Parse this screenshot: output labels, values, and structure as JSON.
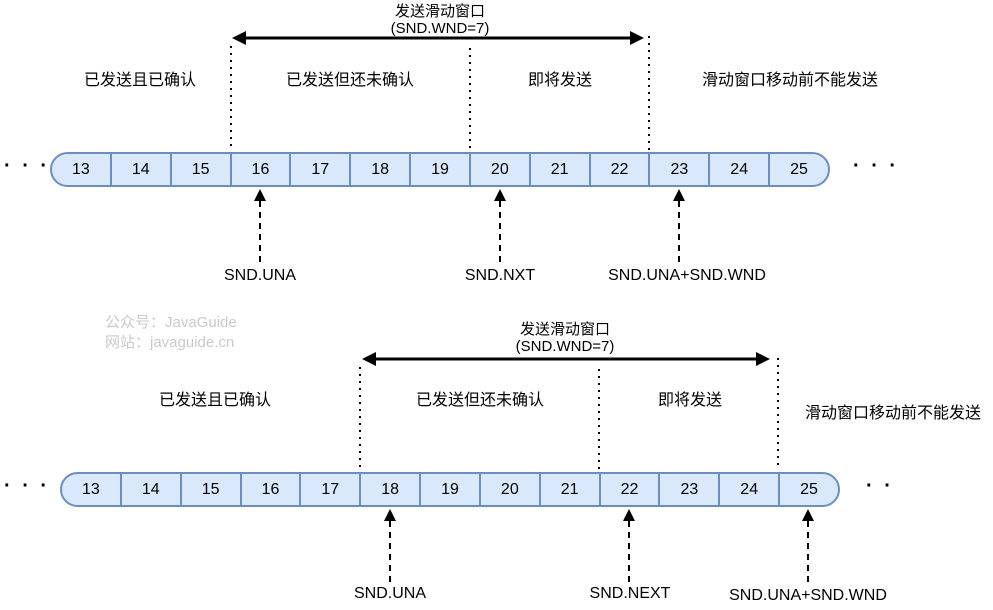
{
  "watermark": {
    "line1": "公众号：JavaGuide",
    "line2": "网站：javaguide.cn"
  },
  "top": {
    "window_label": "发送滑动窗口",
    "window_value": "(SND.WND=7)",
    "section_acked": "已发送且已确认",
    "section_unacked": "已发送但还未确认",
    "section_next": "即将发送",
    "section_blocked": "滑动窗口移动前不能发送",
    "cells": [
      "13",
      "14",
      "15",
      "16",
      "17",
      "18",
      "19",
      "20",
      "21",
      "22",
      "23",
      "24",
      "25"
    ],
    "ptr_una": "SND.UNA",
    "ptr_nxt": "SND.NXT",
    "ptr_end": "SND.UNA+SND.WND",
    "ellipsis_left": "· · ·",
    "ellipsis_right": "· · ·"
  },
  "bottom": {
    "window_label": "发送滑动窗口",
    "window_value": "(SND.WND=7)",
    "section_acked": "已发送且已确认",
    "section_unacked": "已发送但还未确认",
    "section_next": "即将发送",
    "section_blocked": "滑动窗口移动前不能发送",
    "cells": [
      "13",
      "14",
      "15",
      "16",
      "17",
      "18",
      "19",
      "20",
      "21",
      "22",
      "23",
      "24",
      "25"
    ],
    "ptr_una": "SND.UNA",
    "ptr_nxt": "SND.NEXT",
    "ptr_end": "SND.UNA+SND.WND",
    "ellipsis_left": "· · ·",
    "ellipsis_right": "· ·"
  },
  "colors": {
    "cell_fill": "#dae8fc",
    "cell_border": "#6c8ebf",
    "ink": "#000000",
    "watermark": "#c9c9c9"
  }
}
